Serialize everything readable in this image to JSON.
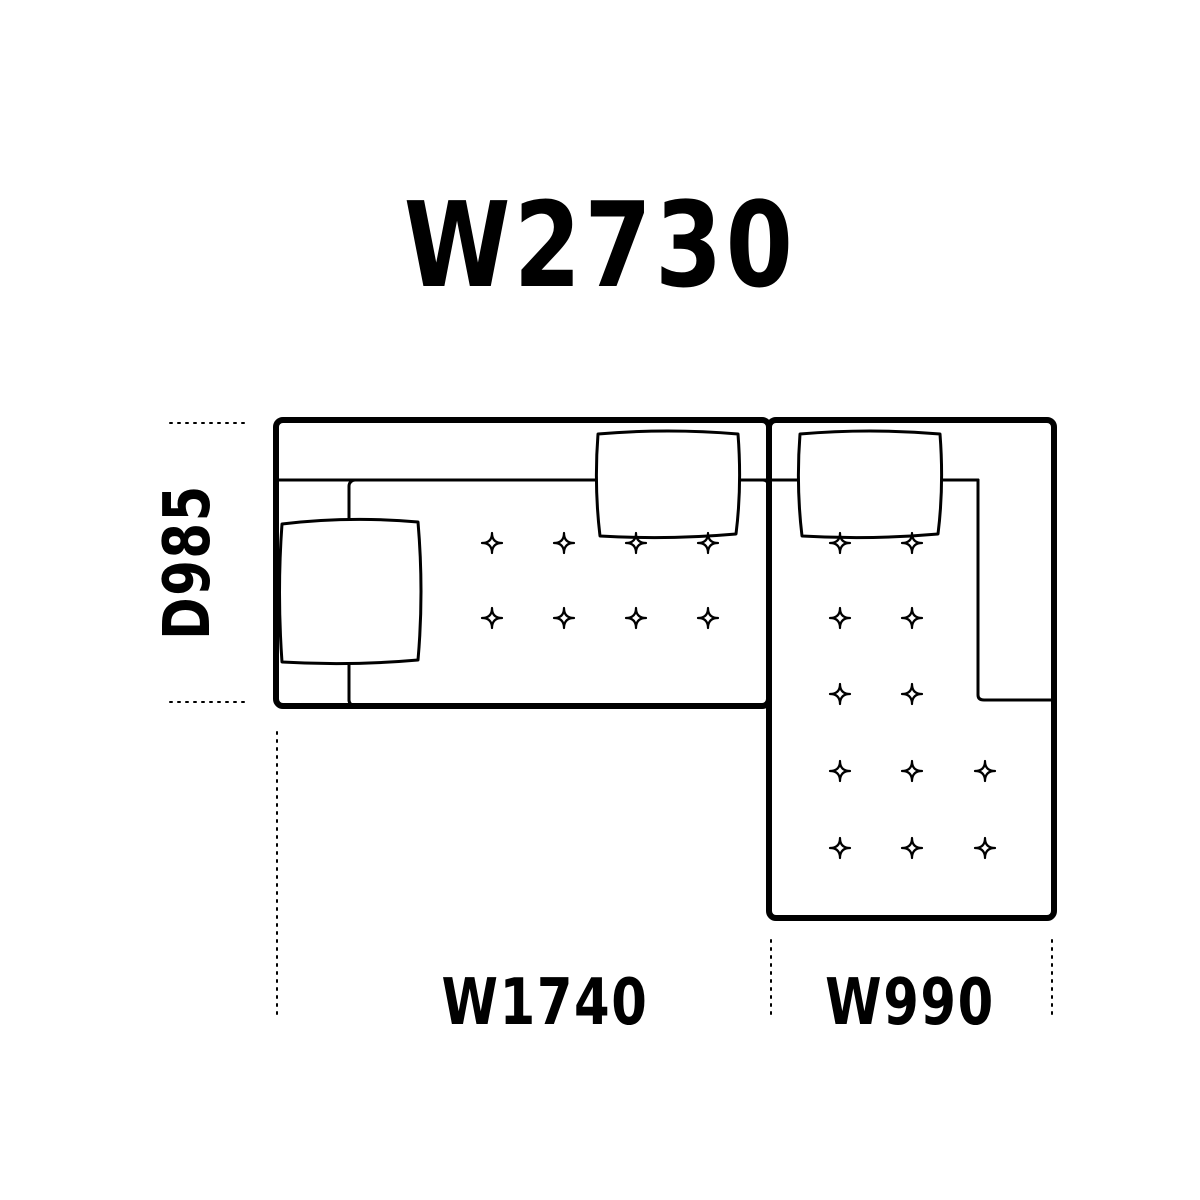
{
  "dimensions": {
    "total_width": "W2730",
    "left_section_width": "W1740",
    "right_section_width": "W990",
    "depth": "D985"
  },
  "colors": {
    "line": "#000000",
    "background": "#ffffff"
  }
}
